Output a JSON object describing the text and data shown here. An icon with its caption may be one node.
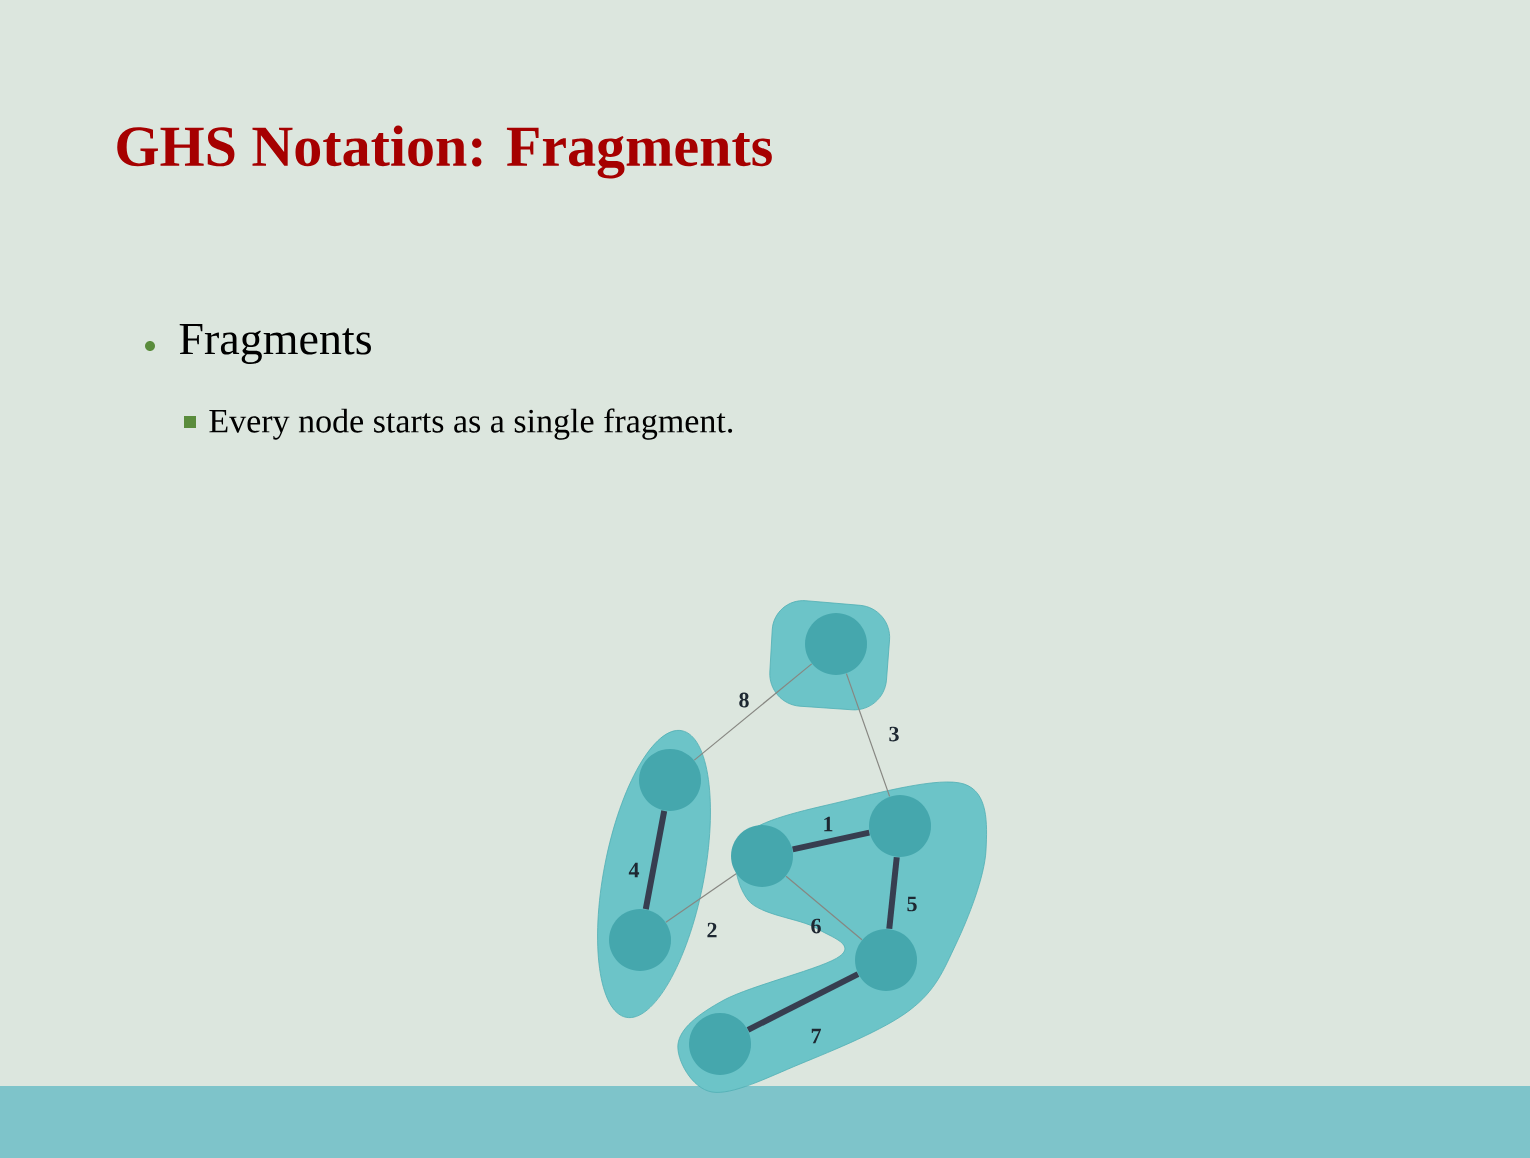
{
  "diagram": {
    "title": "GHS Notation: Fragments",
    "nodes": [
      {
        "text": [],
        "shape": "blob"
      },
      {
        "text": [],
        "shape": "circle",
        "in": 0
      },
      {
        "text": [],
        "shape": "blob"
      },
      {
        "text": [],
        "shape": "circle",
        "in": 2
      },
      {
        "text": [],
        "shape": "circle",
        "in": 2
      },
      {
        "text": [],
        "shape": "blob"
      },
      {
        "text": [],
        "shape": "circle",
        "in": 5
      },
      {
        "text": [],
        "shape": "circle",
        "in": 5
      },
      {
        "text": [],
        "shape": "circle",
        "in": 5
      },
      {
        "text": [],
        "shape": "circle",
        "in": 5
      }
    ],
    "edges": [
      {
        "from": 3,
        "to": 1,
        "arrow": "none",
        "label": "8"
      },
      {
        "from": 1,
        "to": 7,
        "arrow": "none",
        "label": "3"
      },
      {
        "from": 3,
        "to": 4,
        "arrow": "none",
        "label": "4",
        "style": "thick"
      },
      {
        "from": 6,
        "to": 7,
        "arrow": "none",
        "label": "1",
        "style": "thick"
      },
      {
        "from": 4,
        "to": 6,
        "arrow": "none",
        "label": "2"
      },
      {
        "from": 6,
        "to": 8,
        "arrow": "none",
        "label": "6"
      },
      {
        "from": 7,
        "to": 8,
        "arrow": "none",
        "label": "5",
        "style": "thick"
      },
      {
        "from": 8,
        "to": 9,
        "arrow": "none",
        "label": "7",
        "style": "thick"
      }
    ],
    "labels": [
      "Fragments",
      "Every node starts as a single fragment."
    ]
  }
}
